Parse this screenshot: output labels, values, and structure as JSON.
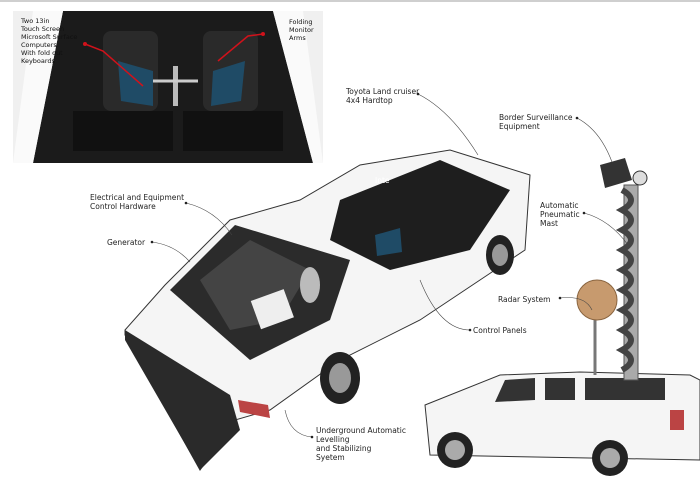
{
  "inset": {
    "label_left": "Two 13in\nTouch Screen\nMicrosoft Surface\nComputers\nWith fold out\nKeyboards",
    "label_right": "Folding\nMonitor\nArms"
  },
  "labels": {
    "vehicle": "Toyota Land cruiser\n4x4 Hardtop",
    "surveillance": "Border Surveillance\nEquipment",
    "mast": "Automatic\nPneumatic\nMast",
    "electrical": "Electrical and Equipment\nControl Hardware",
    "generator": "Generator",
    "interior_partial": "Inte",
    "radar": "Radar System",
    "control_panels": "Control Panels",
    "levelling": "Underground Automatic\nLevelling\nand Stabilizing\nSyetem"
  },
  "colors": {
    "pointer_red": "#d0121b",
    "radar_bronze": "#c79a6e"
  }
}
